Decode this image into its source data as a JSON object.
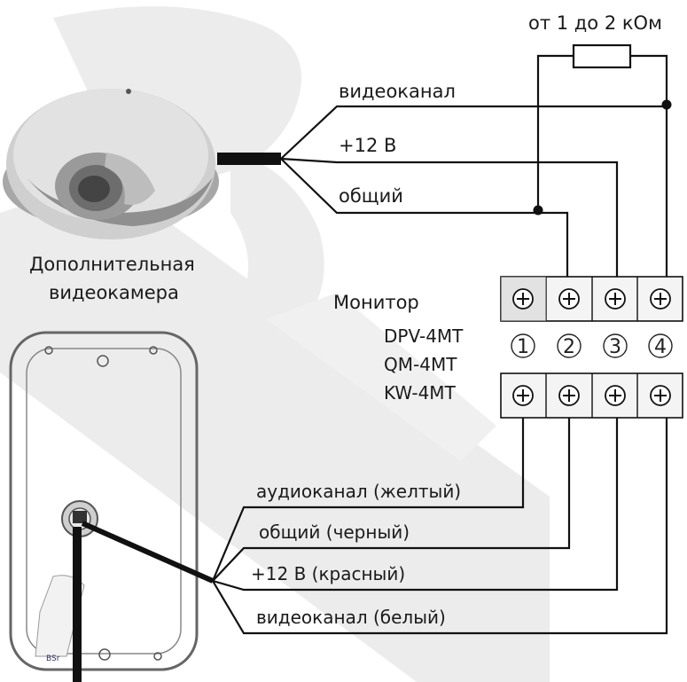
{
  "resistor_label": "от 1 до 2 кОм",
  "camera": {
    "caption_line1": "Дополнительная",
    "caption_line2": "видеокамера",
    "wires": {
      "video": "видеоканал",
      "power": "+12 В",
      "common": "общий"
    }
  },
  "monitor": {
    "title": "Монитор",
    "models": [
      "DPV-4MT",
      "QM-4MT",
      "KW-4MT"
    ]
  },
  "terminals": {
    "numbers": [
      "1",
      "2",
      "3",
      "4"
    ],
    "screw_glyph": "⊕"
  },
  "panel": {
    "logo": "BSr",
    "wires": {
      "audio": "аудиоканал (желтый)",
      "common": "общий (черный)",
      "power": "+12 В (красный)",
      "video": "видеоканал (белый)"
    }
  },
  "colors": {
    "wire": "#111111",
    "watermark": "#e6e6e6",
    "terminal_fill": "#f4f4f4",
    "camera_body": "#b9b9b9"
  }
}
